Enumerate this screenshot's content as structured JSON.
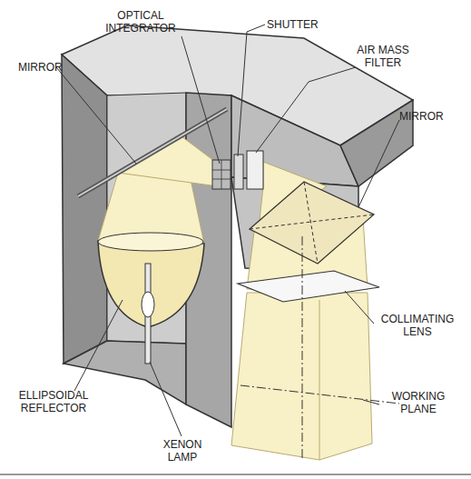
{
  "diagram": {
    "labels": [
      "MIRROR",
      "OPTICAL INTEGRATOR",
      "SHUTTER",
      "AIR MASS FILTER",
      "MIRROR",
      "COLLIMATING LENS",
      "WORKING PLANE",
      "ELLIPSOIDAL REFLECTOR",
      "XENON LAMP"
    ]
  }
}
